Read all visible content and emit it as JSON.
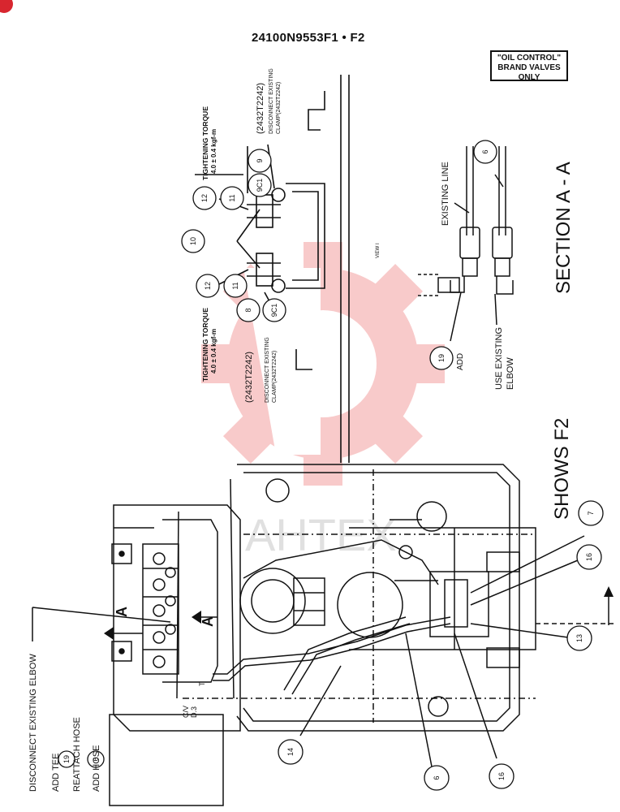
{
  "header": {
    "drawing_number": "24100N9553F1 • F2",
    "brand_box_line1": "\"OIL CONTROL\"",
    "brand_box_line2": "BRAND VALVES",
    "brand_box_line3": "ONLY"
  },
  "section_titles": {
    "section": "SECTION A - A",
    "shows": "SHOWS F2"
  },
  "torque_labels": {
    "top_title": "TIGHTENING TORQUE",
    "top_value": "4.0 ± 0.4 kgf-m",
    "bottom_title": "TIGHTENING TORQUE",
    "bottom_value": "4.0 ± 0.4 kgf-m"
  },
  "clamp_notes": {
    "top_part": "(2432T2242)",
    "top_note_1": "DISCONNECT EXISTING",
    "top_note_2": "CLAMP(2432T2242)",
    "bottom_part": "(2432T2242)",
    "bottom_note_1": "DISCONNECT EXISTING",
    "bottom_note_2": "CLAMP(2432T2242)",
    "view_label": "VIEW I"
  },
  "section_notes": {
    "existing_line": "EXISTING LINE",
    "add": "ADD",
    "use_existing_1": "USE EXISTING",
    "use_existing_2": "ELBOW"
  },
  "main_notes": {
    "disconnect": "DISCONNECT EXISTING ELBOW",
    "add_tee": "ADD TEE",
    "reattach": "REATTACH HOSE",
    "add_hose": "ADD HOSE",
    "cv_1": "C/V",
    "cv_2": "D.3",
    "t_label": "T",
    "arrow_a": "A",
    "arrow_a2": "A",
    "watermark": "AHTEX"
  },
  "balloons": {
    "b9": "9",
    "b9c1_top": "9C1",
    "b12_top": "12",
    "b11_top": "11",
    "b10": "10",
    "b12_bot": "12",
    "b11_bot": "11",
    "b8": "8",
    "b9c1_bot": "9C1",
    "b6_sec": "6",
    "b19_sec": "19",
    "b19_note": "19",
    "b6_note": "6",
    "b7": "7",
    "b16_top": "16",
    "b13": "13",
    "b14": "14",
    "b6_main": "6",
    "b16_bot": "16"
  },
  "colors": {
    "ink": "#111111",
    "watermark": "#f2a3a3",
    "badge": "#d8262f"
  }
}
